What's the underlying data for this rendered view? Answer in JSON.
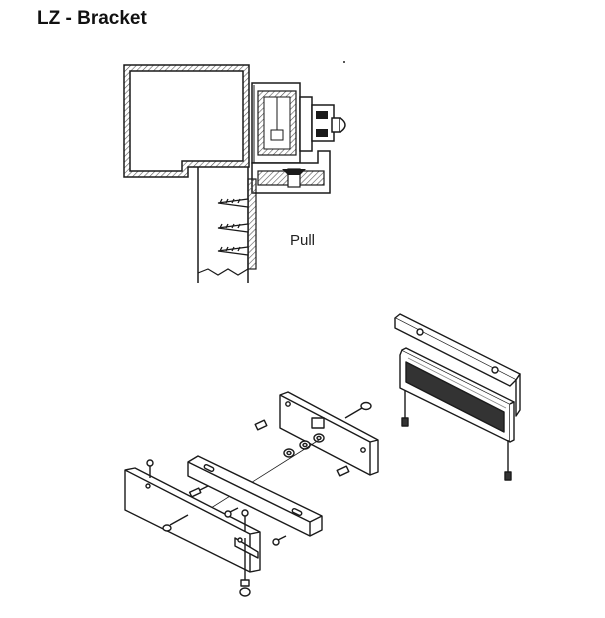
{
  "page": {
    "title": "LZ - Bracket"
  },
  "section_view": {
    "direction_label": "Pull"
  },
  "colors": {
    "ink": "#1a1a1a",
    "hatch": "#555555",
    "background": "#ffffff"
  },
  "icons": {
    "section_view": "lz-bracket-cross-section-drawing",
    "exploded_view": "lz-bracket-exploded-assembly-drawing"
  }
}
